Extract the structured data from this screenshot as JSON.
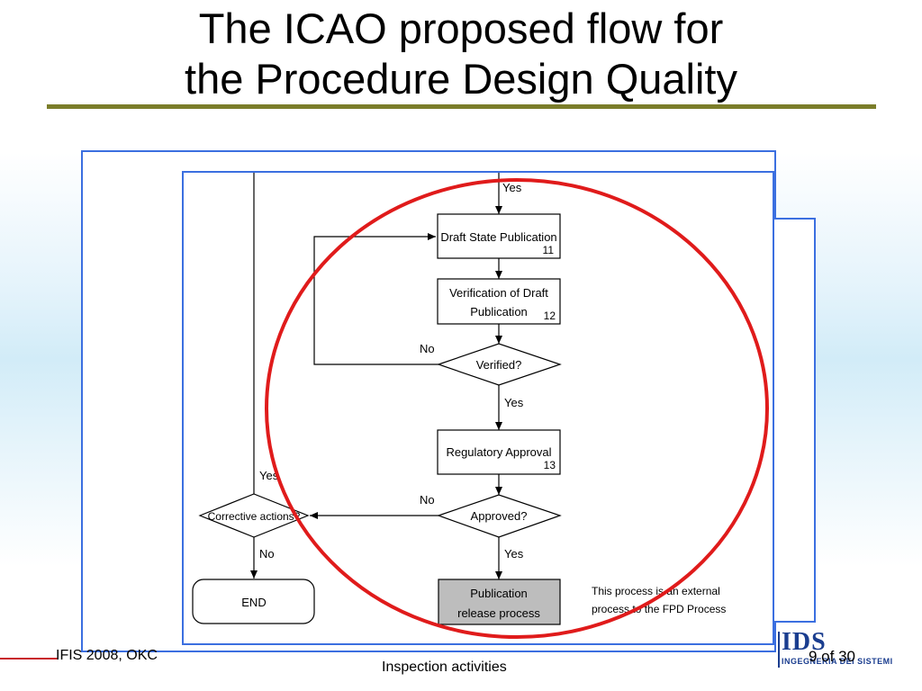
{
  "slide": {
    "title_line1": "The ICAO proposed flow for",
    "title_line2": "the Procedure Design Quality",
    "footer_left": "IFIS 2008, OKC",
    "footer_center": "Inspection activities",
    "page_number": "9 of 30",
    "logo": {
      "name": "IDS",
      "subtitle": "INGEGNERIA DEI SISTEMI"
    }
  },
  "flowchart": {
    "top_yes": "Yes",
    "draft_state_publication": {
      "label": "Draft State Publication",
      "number": "11"
    },
    "verification": {
      "line1": "Verification of Draft",
      "line2": "Publication",
      "number": "12"
    },
    "verified": {
      "label": "Verified?",
      "no": "No",
      "yes": "Yes"
    },
    "regulatory_approval": {
      "label": "Regulatory Approval",
      "number": "13"
    },
    "approved": {
      "label": "Approved?",
      "no": "No",
      "yes": "Yes"
    },
    "publication_release": {
      "line1": "Publication",
      "line2": "release process"
    },
    "external_note": {
      "line1": "This process is an external",
      "line2": "process to the FPD Process"
    },
    "corrective_actions": {
      "label": "Corrective actions?",
      "yes": "Yes",
      "no": "No"
    },
    "end": "END"
  },
  "colors": {
    "panel_border": "#3b6fe0",
    "highlight_circle": "#e01b1b",
    "title_rule": "#7b7d2a",
    "release_fill": "#bdbdbd",
    "logo_blue": "#1a3d8f"
  }
}
